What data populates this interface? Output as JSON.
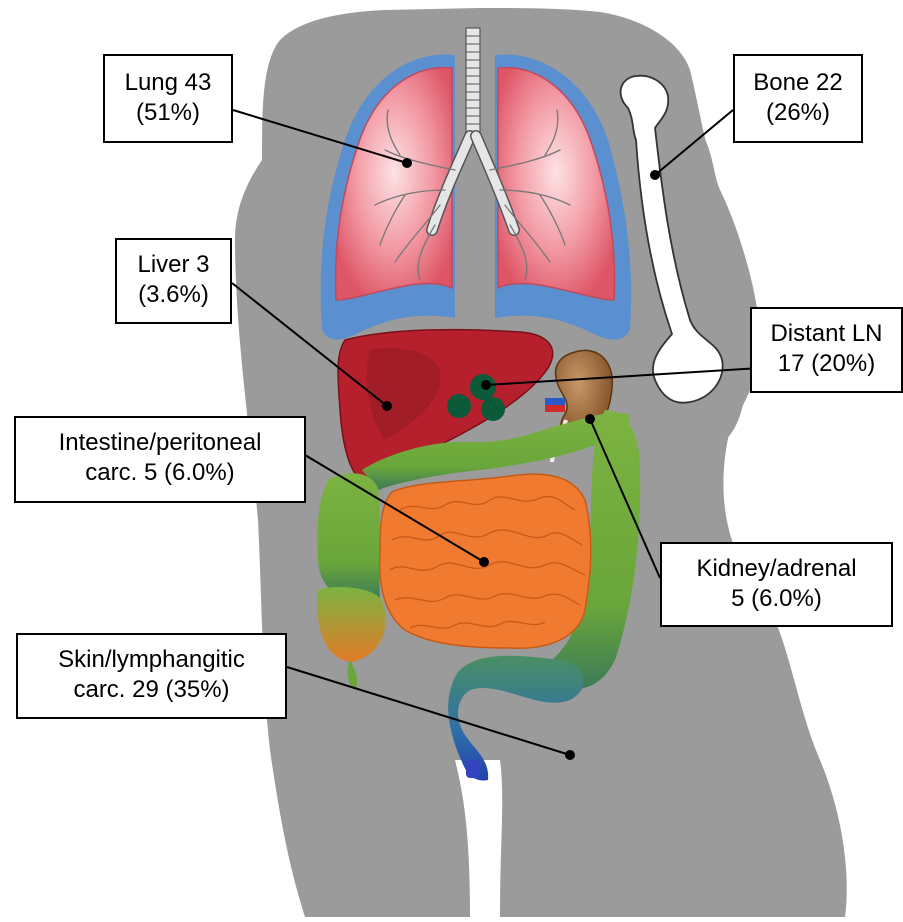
{
  "callouts": {
    "lung": {
      "line1": "Lung 43",
      "line2": "(51%)"
    },
    "bone": {
      "line1": "Bone 22",
      "line2": "(26%)"
    },
    "liver": {
      "line1": "Liver 3",
      "line2": "(3.6%)"
    },
    "distant_ln": {
      "line1": "Distant LN",
      "line2": "17 (20%)"
    },
    "intestine": {
      "line1": "Intestine/peritoneal",
      "line2": "carc. 5 (6.0%)"
    },
    "kidney": {
      "line1": "Kidney/adrenal",
      "line2": "5 (6.0%)"
    },
    "skin": {
      "line1": "Skin/lymphangitic",
      "line2": "carc. 29 (35%)"
    }
  },
  "colors": {
    "body": "#9a9a9a",
    "lung": "#e96f7c",
    "pleura": "#5a8fd0",
    "liver": "#b5202c",
    "lymph_node": "#0b5a3a",
    "kidney": "#8a5a2b",
    "colon": "#6bab3a",
    "small_intestine": "#f07a30",
    "rectum": "#2f5fb0"
  }
}
